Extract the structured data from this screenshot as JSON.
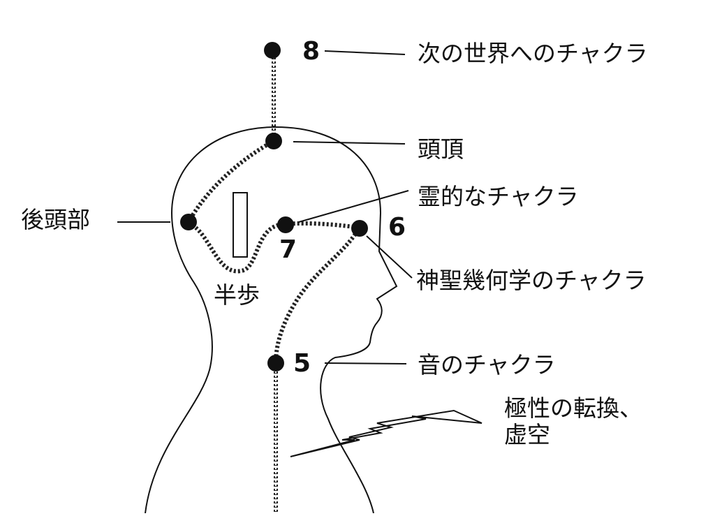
{
  "labels": {
    "next_world": "次の世界へのチャクラ",
    "crown": "頭頂",
    "occiput": "後頭部",
    "spiritual": "霊的なチャクラ",
    "sacred_geometry": "神聖幾何学のチャクラ",
    "half_step": "半歩",
    "sound": "音のチャクラ",
    "polarity_line1": "極性の転換、",
    "polarity_line2": "虚空"
  },
  "chakra_numbers": {
    "eight": "8",
    "seven": "7",
    "six": "6",
    "five": "5"
  },
  "colors": {
    "ink": "#111111",
    "background": "#ffffff"
  }
}
